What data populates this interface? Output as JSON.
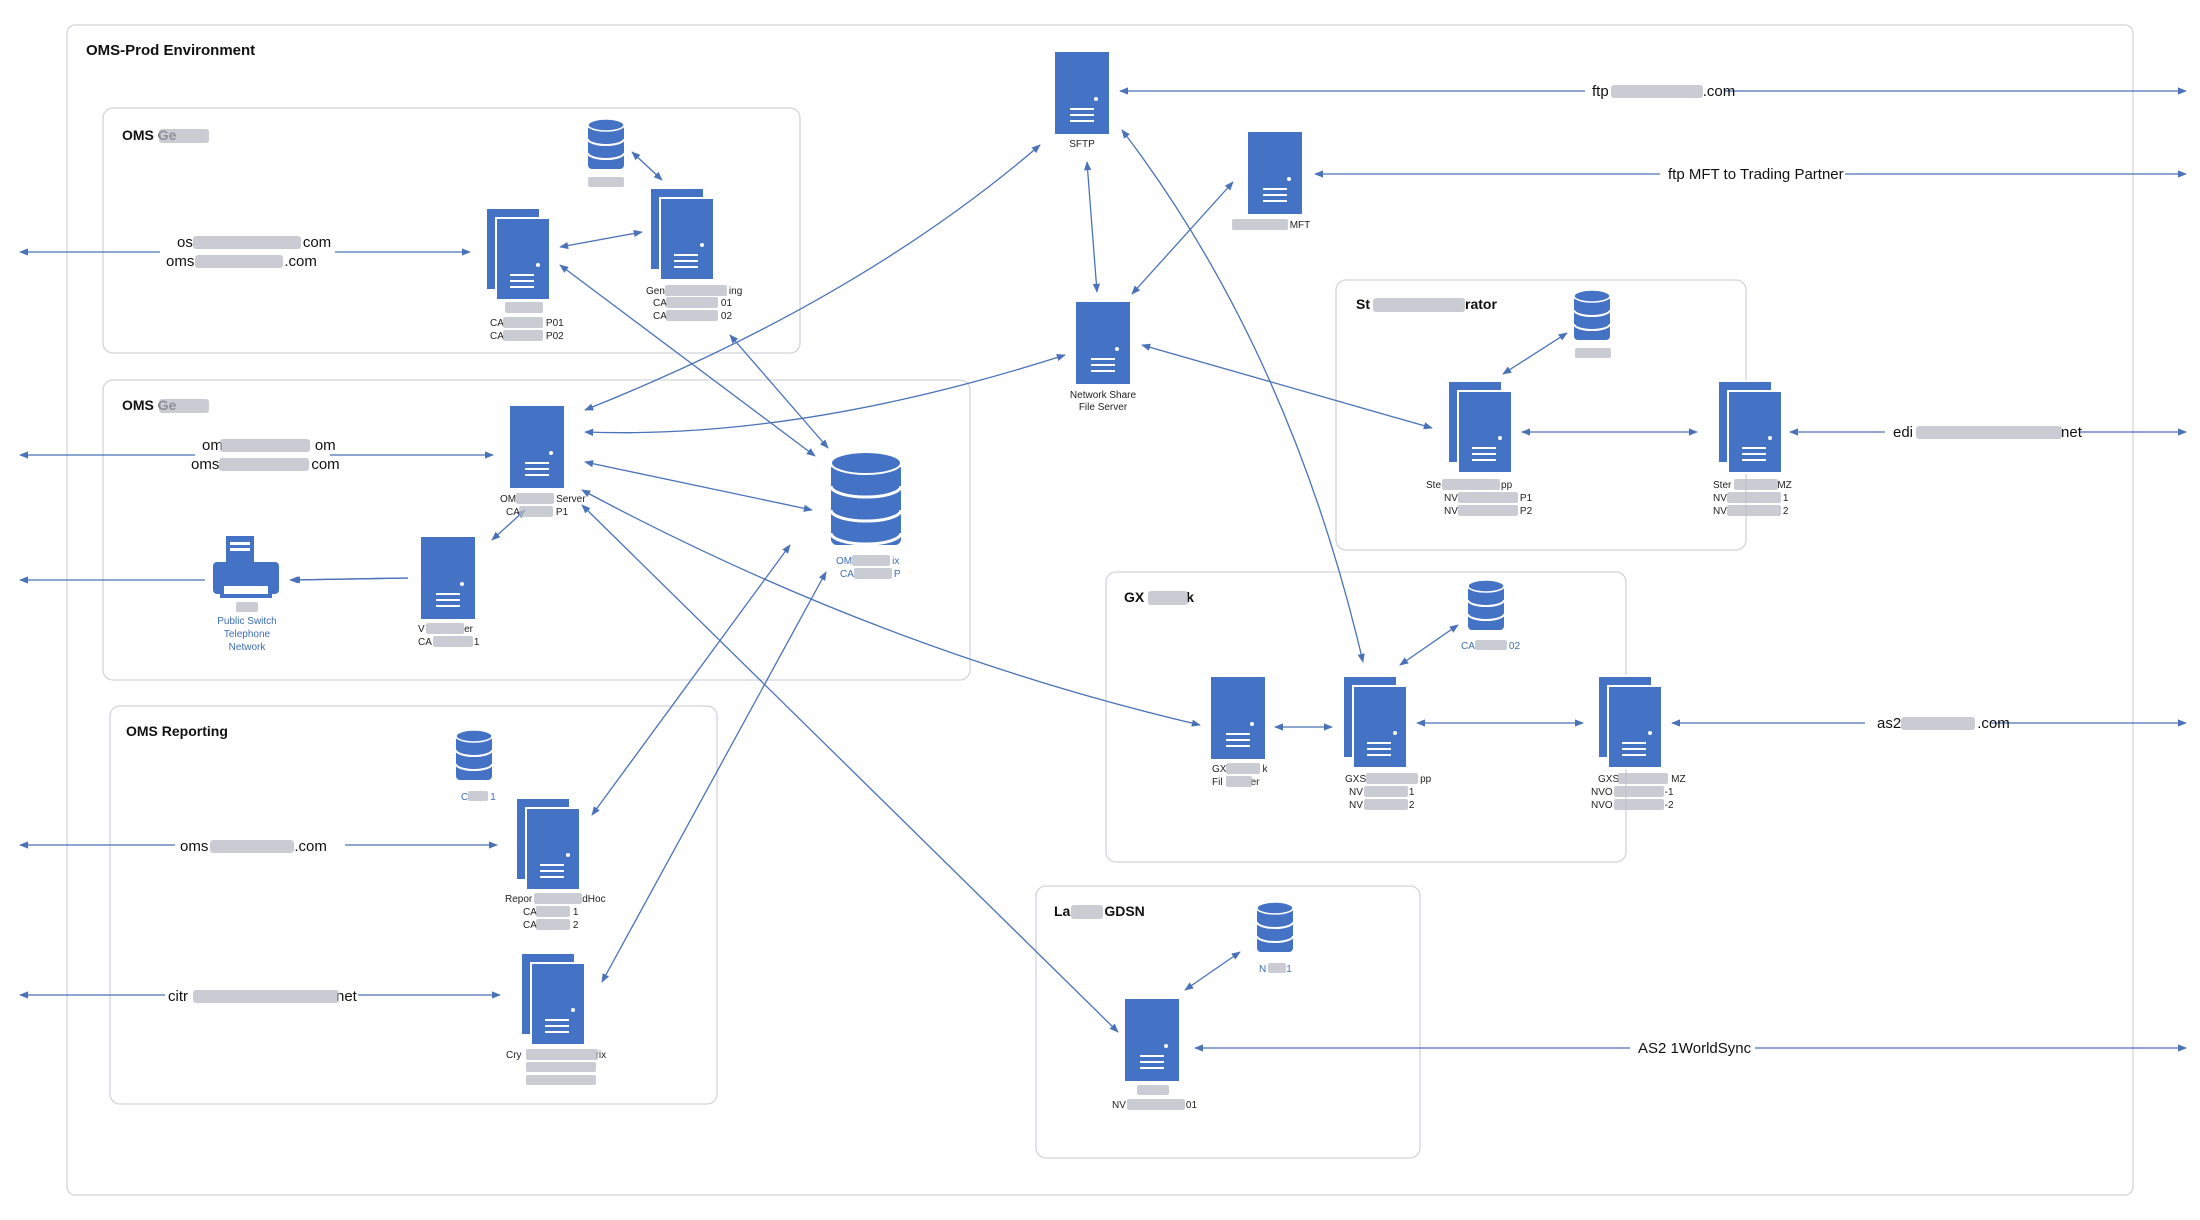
{
  "environment": {
    "title": "OMS-Prod Environment"
  },
  "groups": {
    "genweb": "OMS Ge",
    "genesys": "OMS Ge",
    "reporting": "OMS Reporting",
    "sterling": "St",
    "sterling_tail": "rator",
    "gxs": "GX",
    "gxs_tail": "k",
    "gdsn": "La",
    "gdsn_tail": "GDSN"
  },
  "nodes": {
    "sftp": "SFTP",
    "mft": "MFT",
    "network_share_1": "Network Share",
    "network_share_2": "File Server",
    "oms_db_line1": "OM",
    "oms_db_line1_tail": "ix",
    "oms_db_line2": "CA",
    "oms_db_line2_tail": "P",
    "genweb_srv_1": "CA",
    "genweb_srv_1_tail": "P01",
    "genweb_srv_2": "CA",
    "genweb_srv_2_tail": "P02",
    "genrep_1": "Gen",
    "genrep_1_tail": "ing",
    "genrep_2": "CA",
    "genrep_2_tail": "01",
    "genrep_3": "CA",
    "genrep_3_tail": "02",
    "genesys_srv_1": "OM",
    "genesys_srv_1_tail": "Server",
    "genesys_srv_2": "CA",
    "genesys_srv_2_tail": "P1",
    "fax_srv_1": "V",
    "fax_srv_1_tail": "er",
    "fax_srv_2": "CA",
    "fax_srv_2_tail": "1",
    "pstn_1": "Public Switch",
    "pstn_2": "Telephone",
    "pstn_3": "Network",
    "report_1": "Repor",
    "report_1_tail": "dHoc",
    "report_2": "CA",
    "report_2_tail": "1",
    "report_3": "CA",
    "report_3_tail": "2",
    "crystal_1": "Cry",
    "crystal_1_tail": "rix",
    "reporting_db": "C",
    "reporting_db_tail": "1",
    "sterling_app_1": "Ste",
    "sterling_app_1_tail": "pp",
    "sterling_app_2": "NV",
    "sterling_app_2_tail": "P1",
    "sterling_app_3": "NV",
    "sterling_app_3_tail": "P2",
    "sterling_dmz_1": "Ster",
    "sterling_dmz_1_tail": "MZ",
    "sterling_dmz_2": "NV",
    "sterling_dmz_2_tail": "1",
    "sterling_dmz_3": "NV",
    "sterling_dmz_3_tail": "2",
    "gxs_file_1": "GX",
    "gxs_file_1_tail": "k",
    "gxs_file_2": "Fil",
    "gxs_file_2_tail": "er",
    "gxs_app_1": "GXS",
    "gxs_app_1_tail": "pp",
    "gxs_app_2": "NV",
    "gxs_app_2_tail": "1",
    "gxs_app_3": "NV",
    "gxs_app_3_tail": "2",
    "gxs_db": "CA",
    "gxs_db_tail": "02",
    "gxs_dmz_1": "GXS",
    "gxs_dmz_1_tail": "MZ",
    "gxs_dmz_2": "NVO",
    "gxs_dmz_2_tail": "-1",
    "gxs_dmz_3": "NVO",
    "gxs_dmz_3_tail": "-2",
    "gdsn_db": "N",
    "gdsn_db_tail": "1",
    "gdsn_srv_2": "NV",
    "gdsn_srv_2_tail": "01"
  },
  "external": {
    "ftp_1": "ftp",
    "ftp_1_tail": ".com",
    "ftp_mft": "ftp MFT to Trading Partner",
    "genweb_url_1": "os",
    "genweb_url_1_tail": "com",
    "genweb_url_2": "oms",
    "genweb_url_2_tail": ".com",
    "genesys_url_1": "om",
    "genesys_url_1_tail": "om",
    "genesys_url_2": "oms",
    "genesys_url_2_tail": "com",
    "edi": "edi",
    "edi_tail": "net",
    "as2": "as2",
    "as2_tail": ".com",
    "reporting_url": "oms",
    "reporting_url_tail": ".com",
    "citrix_url": "citr",
    "citrix_url_tail": "net",
    "as2_1worldsync": "AS2 1WorldSync"
  },
  "colors": {
    "server_blue": "#4472c4",
    "connector": "#4a72b8",
    "box_border": "#d0d4da"
  }
}
